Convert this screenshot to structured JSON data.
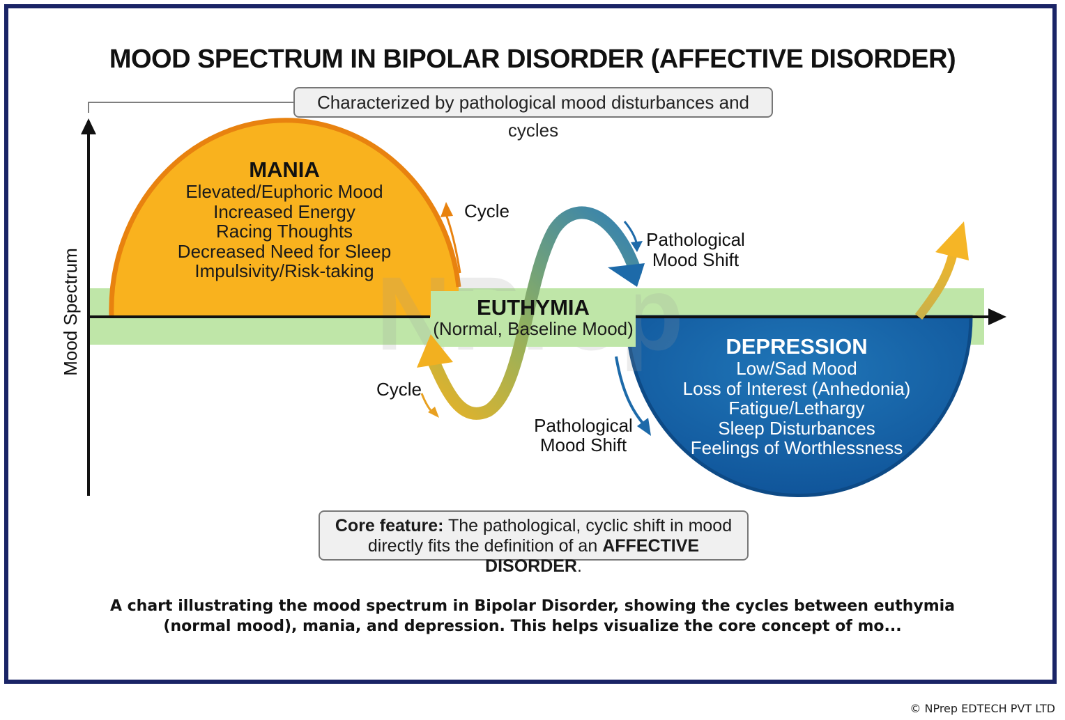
{
  "title": "MOOD SPECTRUM IN BIPOLAR DISORDER (AFFECTIVE DISORDER)",
  "subtitle": "Characterized by pathological mood disturbances and cycles",
  "axis_label": "Mood Spectrum",
  "watermark": "NPrep",
  "mania": {
    "heading": "MANIA",
    "items": [
      "Elevated/Euphoric Mood",
      "Increased Energy",
      "Racing Thoughts",
      "Decreased Need for Sleep",
      "Impulsivity/Risk-taking"
    ],
    "color": "#f7a81b"
  },
  "euthymia": {
    "heading": "EUTHYMIA",
    "sub": "(Normal, Baseline Mood)",
    "color": "#bfe6a8"
  },
  "depression": {
    "heading": "DEPRESSION",
    "items": [
      "Low/Sad Mood",
      "Loss of Interest (Anhedonia)",
      "Fatigue/Lethargy",
      "Sleep Disturbances",
      "Feelings of Worthlessness"
    ],
    "color": "#1667a8"
  },
  "labels": {
    "cycle_top": "Cycle",
    "cycle_bottom": "Cycle",
    "shift_top_line1": "Pathological",
    "shift_top_line2": "Mood Shift",
    "shift_bottom_line1": "Pathological",
    "shift_bottom_line2": "Mood Shift"
  },
  "core": {
    "lead": "Core feature:",
    "text1": " The pathological, cyclic shift in mood",
    "text2": "directly fits the definition of an ",
    "emph": "AFFECTIVE DISORDER",
    "end": "."
  },
  "caption": "A chart illustrating the mood spectrum in Bipolar Disorder, showing the cycles between euthymia (normal mood), mania, and depression. This helps visualize the core concept of mo...",
  "copyright": "© NPrep EDTECH PVT LTD"
}
